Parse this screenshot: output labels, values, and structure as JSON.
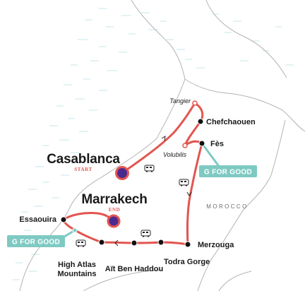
{
  "map": {
    "country_label": "MOROCCO",
    "cities": {
      "casablanca": "Casablanca",
      "marrakech": "Marrakech",
      "essaouira": "Essaouira",
      "tangier": "Tangier",
      "chefchaouen": "Chefchaouen",
      "volubilis": "Volubilis",
      "fes": "Fès",
      "merzouga": "Merzouga",
      "todra_gorge": "Todra Gorge",
      "ait_ben_haddou": "Aït Ben Haddou",
      "high_atlas_line1": "High Atlas",
      "high_atlas_line2": "Mountains"
    },
    "tags": {
      "start": "START",
      "end": "END"
    },
    "badges": {
      "fes_badge": "G FOR GOOD",
      "essaouira_badge": "G FOR GOOD"
    },
    "colors": {
      "route": "#e2554f",
      "marker_fill": "#4b2a8f",
      "marker_ring": "#e2554f",
      "badge": "#7ecac2",
      "border": "#b3b3b3",
      "water_hatch": "#c9e6ee",
      "stop_dot": "#111111"
    },
    "icons": [
      "bus-icon",
      "train-icon",
      "direction-arrow-icon"
    ]
  }
}
